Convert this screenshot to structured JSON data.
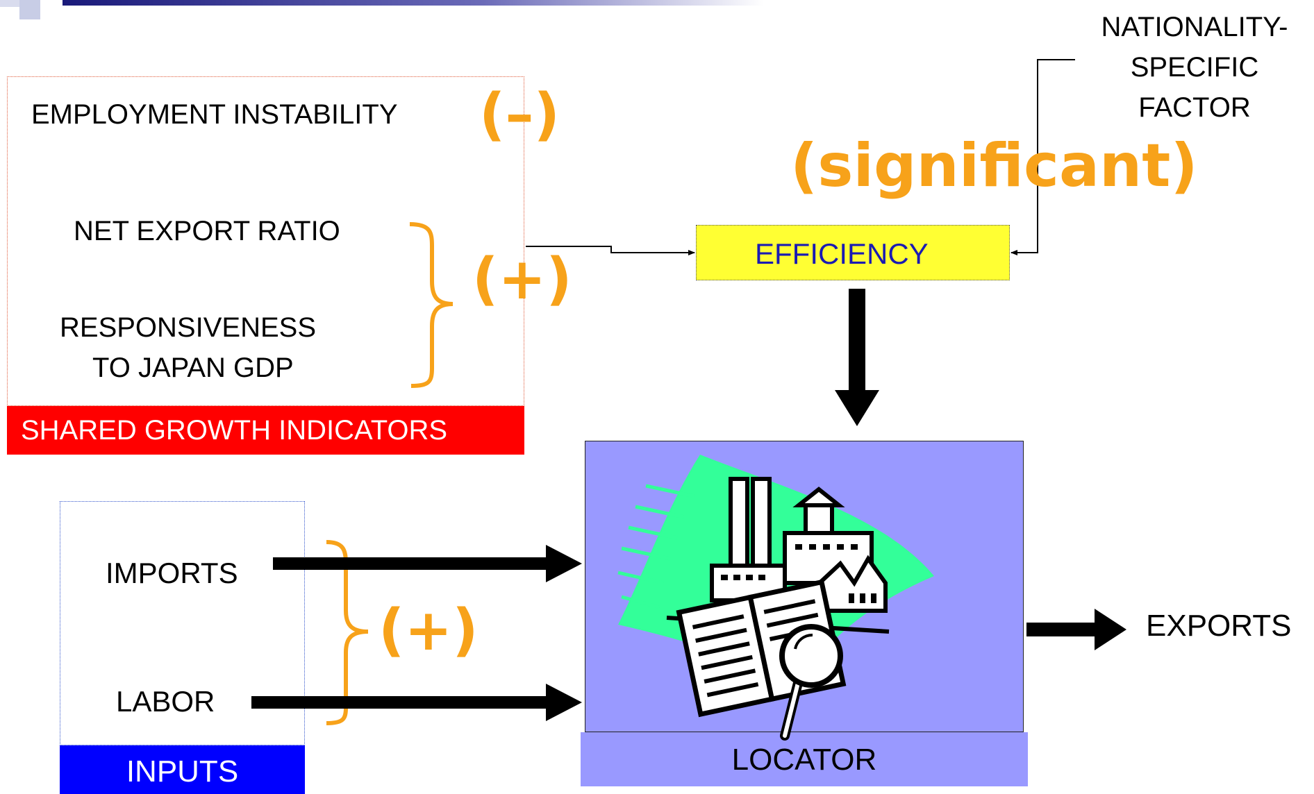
{
  "shared_growth": {
    "employment_instability": "EMPLOYMENT INSTABILITY",
    "employment_sign": "(–)",
    "net_export_ratio": "NET EXPORT RATIO",
    "responsiveness_line1": "RESPONSIVENESS",
    "responsiveness_line2": "TO JAPAN GDP",
    "group_sign": "(+)",
    "footer": "SHARED GROWTH INDICATORS"
  },
  "efficiency": {
    "label": "EFFICIENCY",
    "significance": "(significant)"
  },
  "nationality": {
    "line1": "NATIONALITY-",
    "line2": "SPECIFIC",
    "line3": "FACTOR"
  },
  "inputs": {
    "imports": "IMPORTS",
    "labor": "LABOR",
    "group_sign": "(+)",
    "footer": "INPUTS"
  },
  "locator": {
    "label": "LOCATOR"
  },
  "exports": {
    "label": "EXPORTS"
  },
  "colors": {
    "accent_orange": "#f7a21a",
    "shared_footer": "#ff0000",
    "inputs_footer": "#0000ff",
    "efficiency_fill": "#ffff33",
    "locator_fill": "#9999ff",
    "illustration_green": "#33ff99"
  },
  "icons": {
    "locator_illustration": "factory-document-magnifier-icon"
  }
}
